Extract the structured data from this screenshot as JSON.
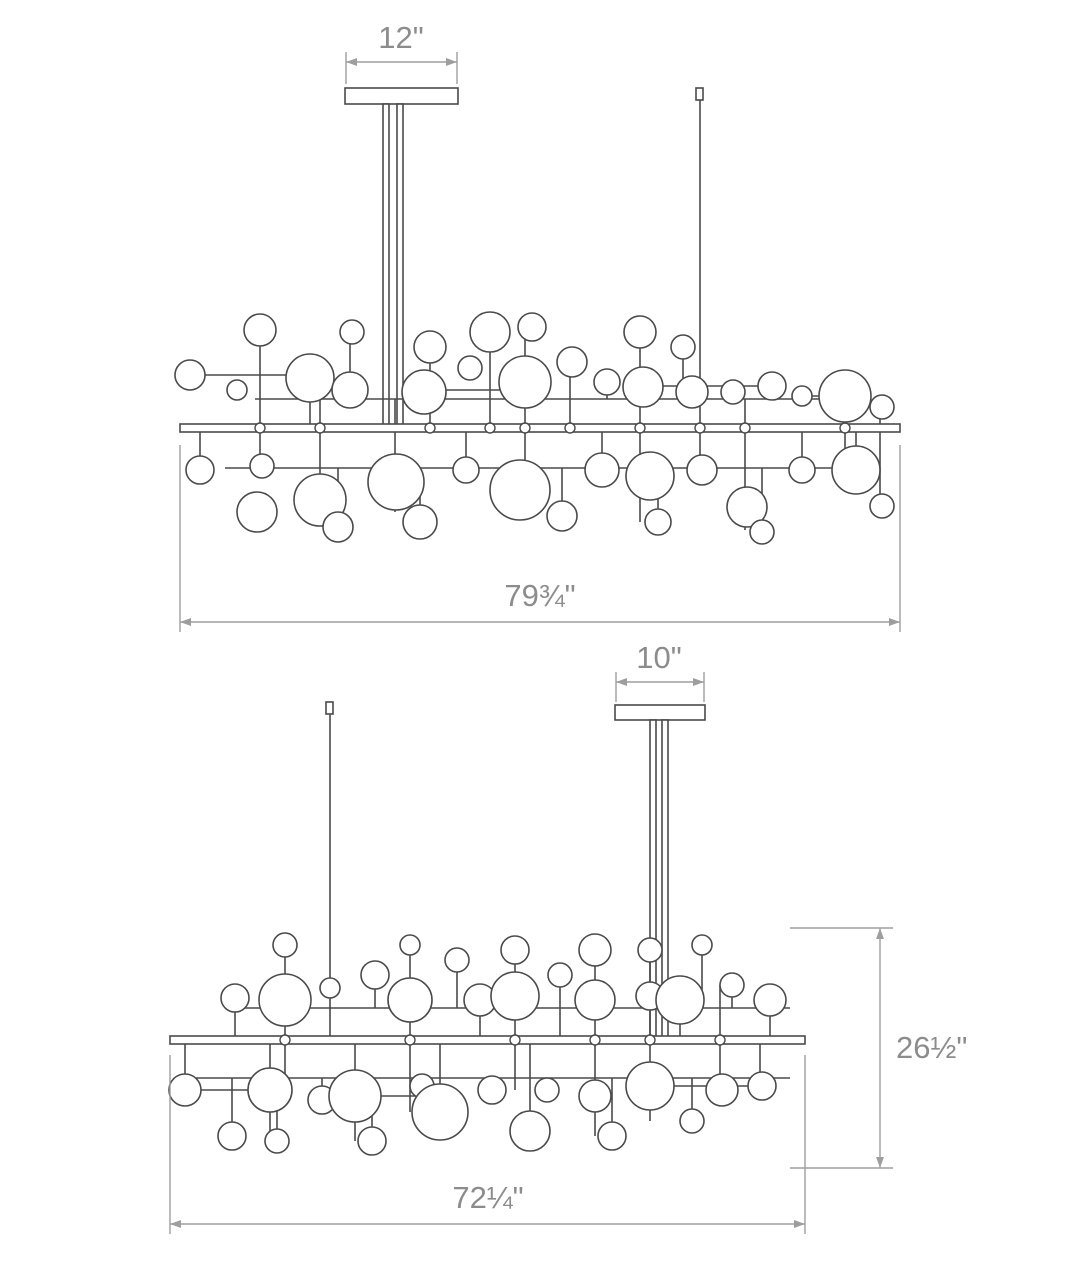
{
  "title": "chandelier-dimension-diagram",
  "colors": {
    "line": "#4a4a4a",
    "dim": "#9e9e9e",
    "dimtext": "#8c8c8c"
  },
  "top_view": {
    "canopy_width_label": "12\"",
    "overall_width_label": "79¾\""
  },
  "bottom_view": {
    "canopy_width_label": "10\"",
    "overall_width_label": "72¼\"",
    "height_label": "26½\""
  }
}
